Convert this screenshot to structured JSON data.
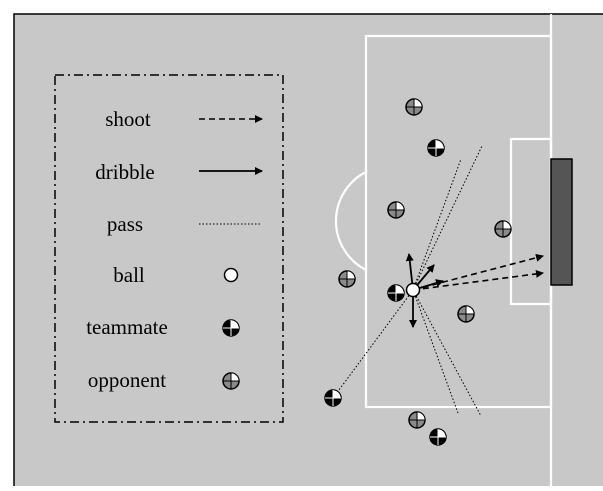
{
  "legend": {
    "items": [
      {
        "key": "shoot",
        "label": "shoot"
      },
      {
        "key": "dribble",
        "label": "dribble"
      },
      {
        "key": "pass",
        "label": "pass"
      },
      {
        "key": "ball",
        "label": "ball"
      },
      {
        "key": "teammate",
        "label": "teammate"
      },
      {
        "key": "opponent",
        "label": "opponent"
      }
    ]
  },
  "colors": {
    "pitch": "#c8c8c8",
    "lines": "#ffffff",
    "goal": "#555555",
    "teammate": "#000000",
    "opponent": "#8a8a8a",
    "ink": "#000000"
  }
}
